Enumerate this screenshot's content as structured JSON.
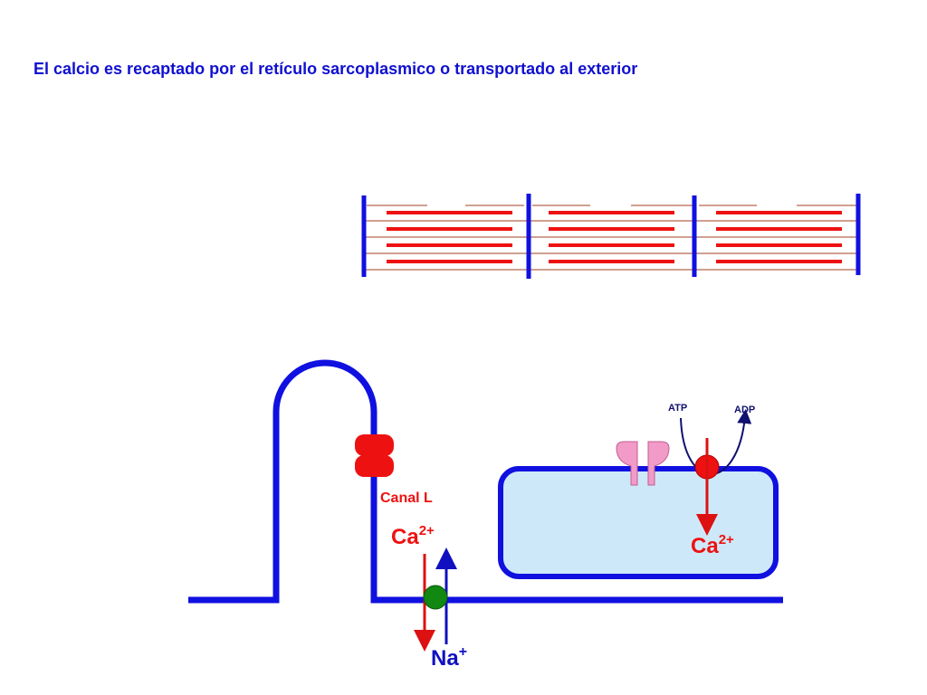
{
  "title": "El calcio es recaptado por el retículo sarcoplasmico o transportado al exterior",
  "labels": {
    "atp": "ATP",
    "adp": "ADP",
    "canal_l": "Canal L",
    "ca_base": "Ca",
    "ca_charge": "2+",
    "na_base": "Na",
    "na_charge": "+"
  },
  "colors": {
    "title": "#1010d0",
    "membrane": "#1010e0",
    "actin": "#ee1111",
    "thin_filament": "#a04020",
    "reticulum_fill": "#cde9f9",
    "channel": "#ee1111",
    "exchanger": "#118811",
    "receptor": "#f29ac8",
    "arrow_red": "#dd1111",
    "arrow_blue": "#1010c0"
  }
}
